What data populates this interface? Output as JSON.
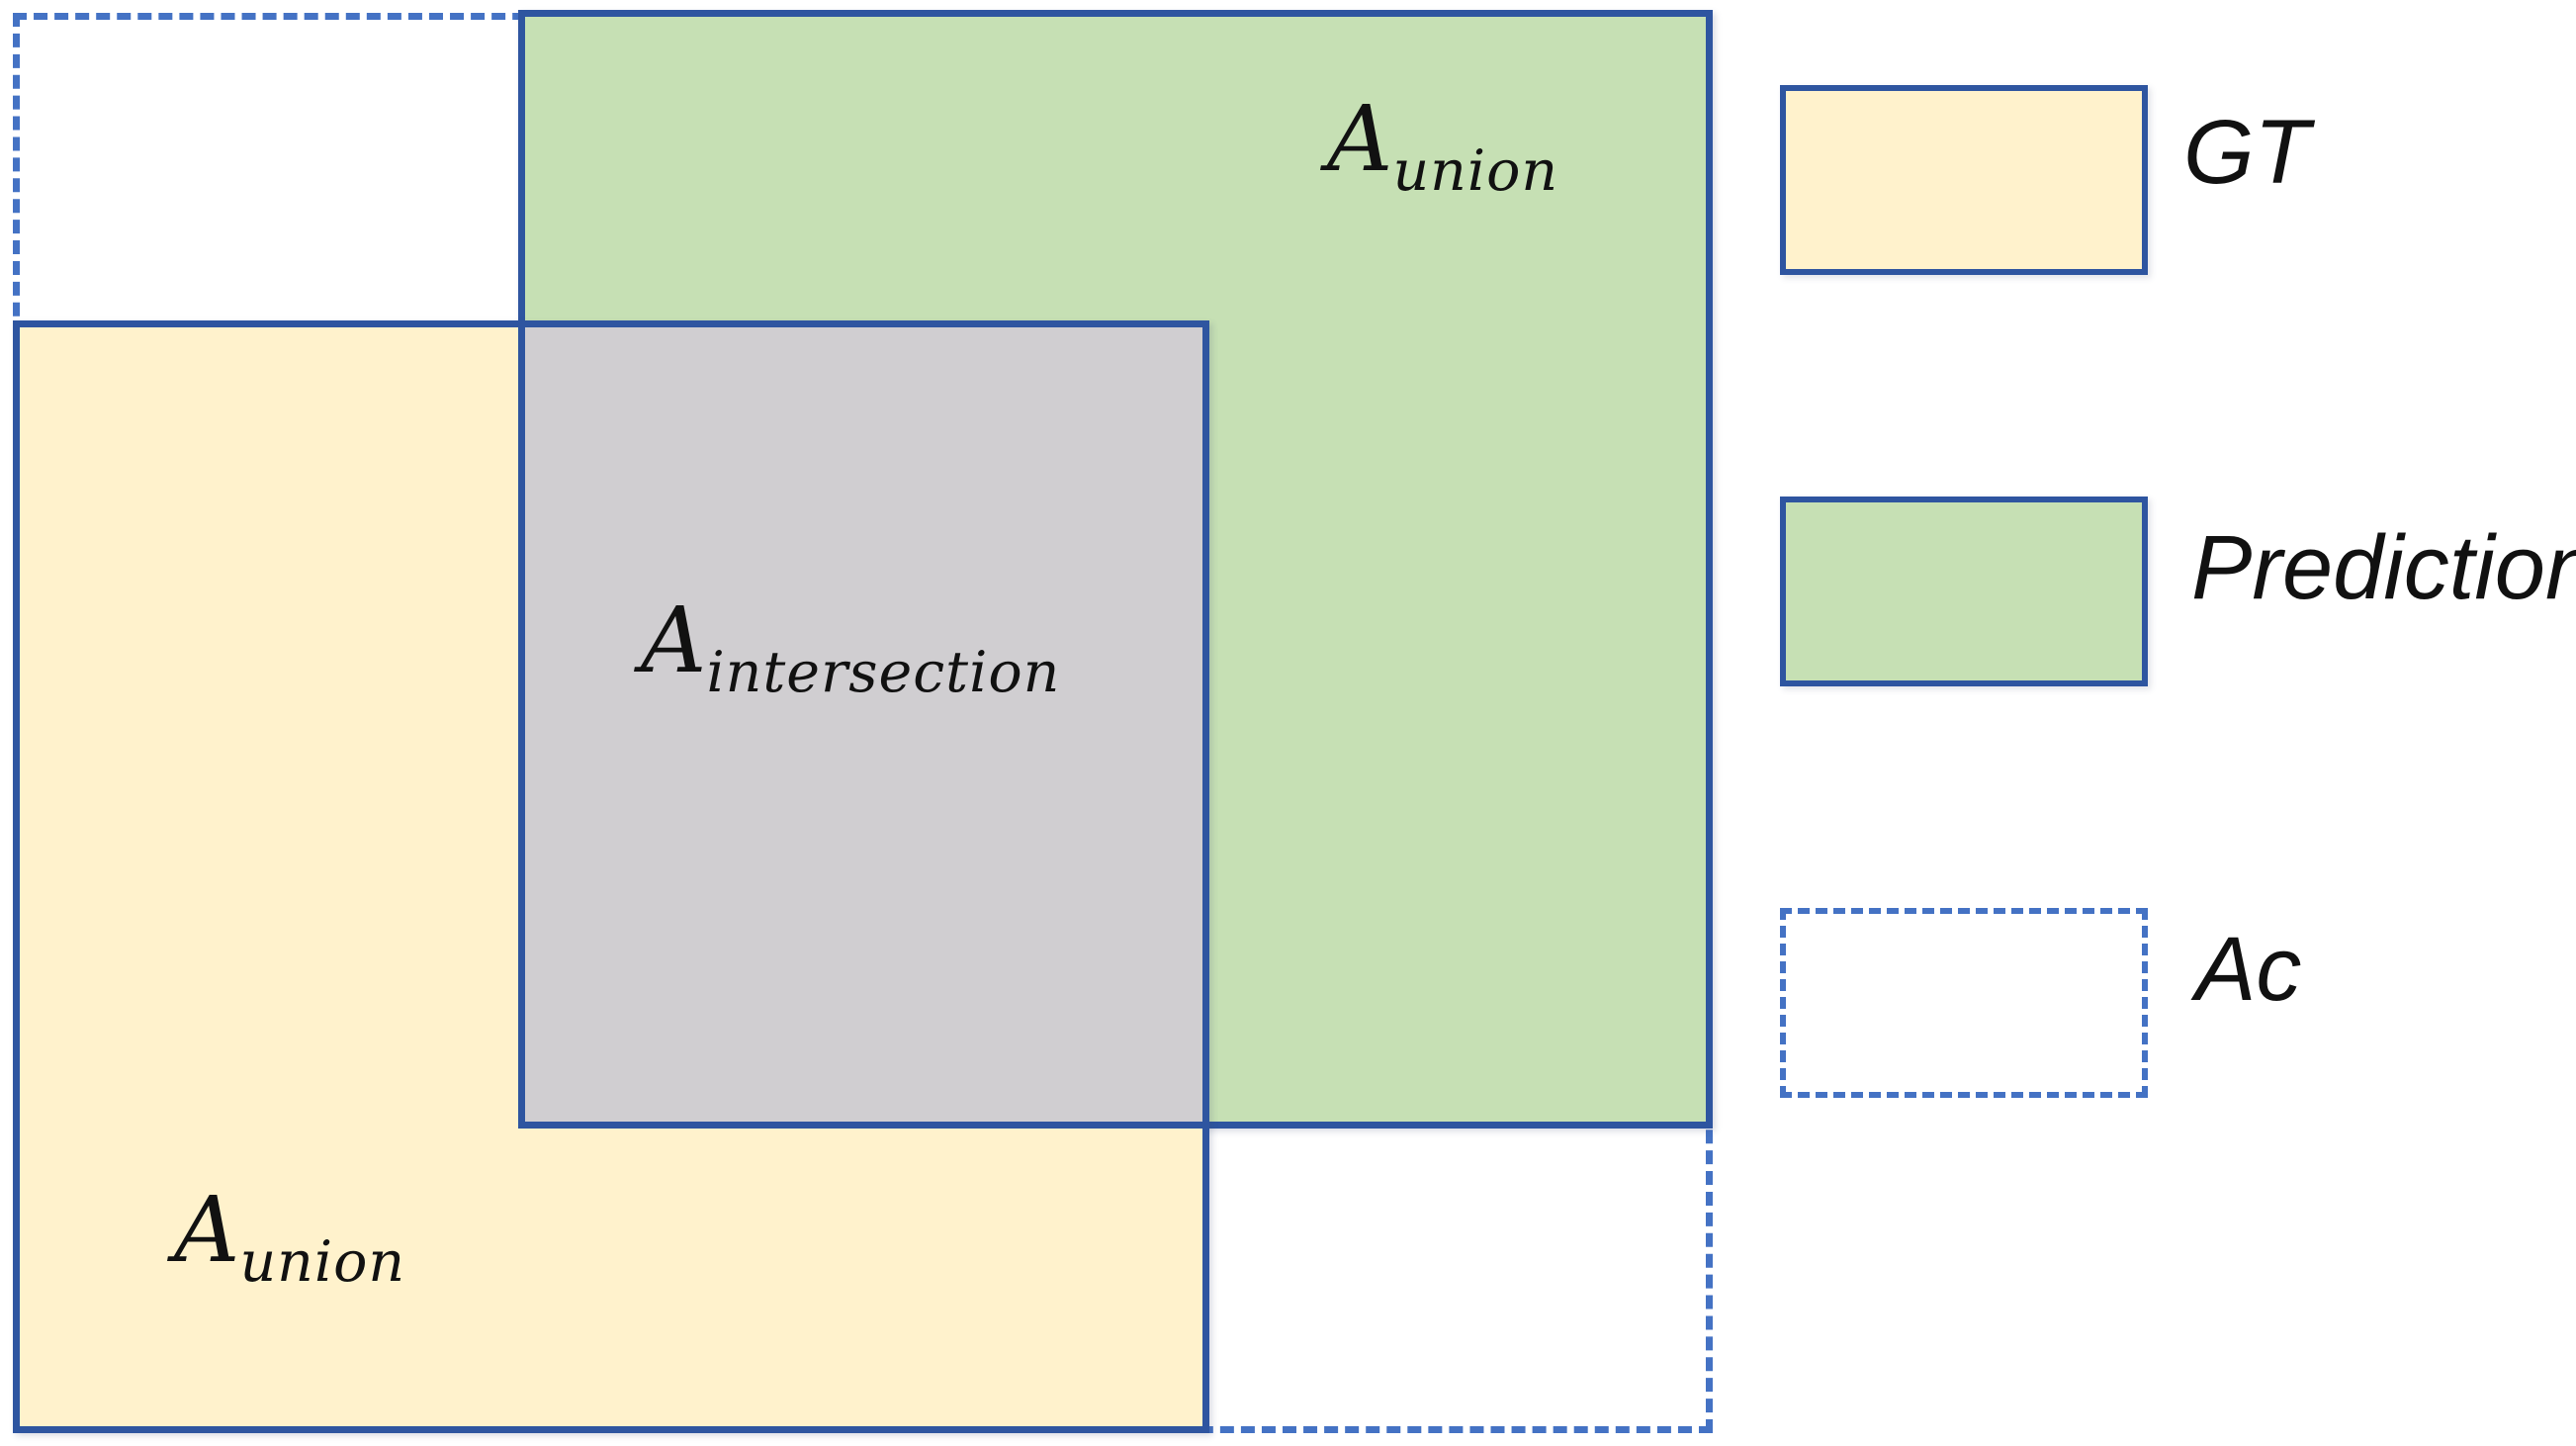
{
  "colors": {
    "gt_fill": "#fff2cc",
    "prediction_fill": "#c6e0b4",
    "intersection_fill": "#d0ced1",
    "solid_border": "#2e55a0",
    "dashed_border": "#4472c4",
    "text": "#111111"
  },
  "diagram": {
    "prediction_area_label": {
      "base": "A",
      "sub": "union"
    },
    "intersection_area_label": {
      "base": "A",
      "sub": "intersection"
    },
    "gt_area_label": {
      "base": "A",
      "sub": "union"
    }
  },
  "legend": {
    "items": [
      {
        "id": "gt",
        "label": "GT",
        "swatch_style": "solid",
        "swatch_fill": "#fff2cc"
      },
      {
        "id": "prediction",
        "label": "Prediction",
        "swatch_style": "solid",
        "swatch_fill": "#c6e0b4"
      },
      {
        "id": "ac",
        "label": "Ac",
        "swatch_style": "dashed",
        "swatch_fill": "none"
      }
    ]
  }
}
